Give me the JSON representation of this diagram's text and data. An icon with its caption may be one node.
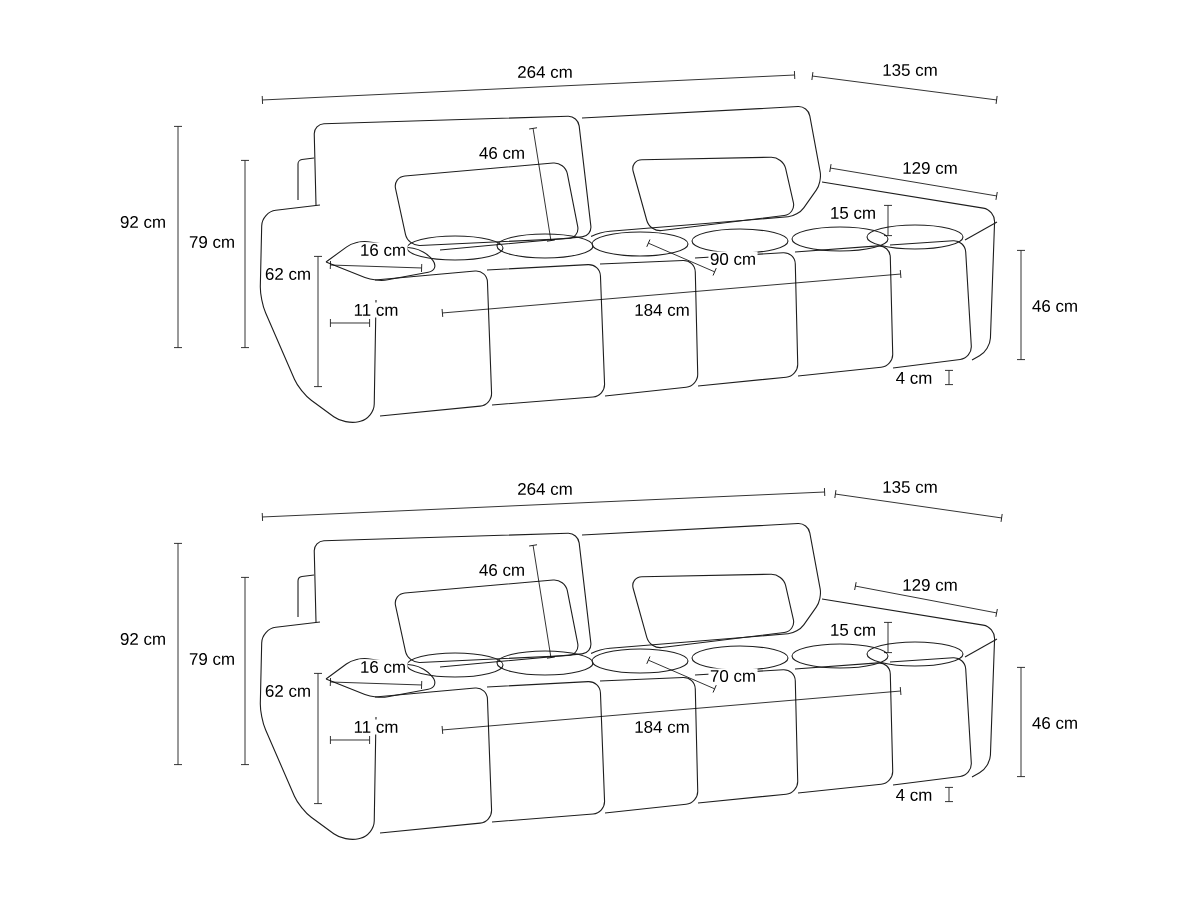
{
  "diagram": {
    "labels": [
      "264 cm",
      "135 cm",
      "46 cm",
      "129 cm",
      "92 cm",
      "79 cm",
      "15 cm",
      "16 cm",
      "62 cm",
      "90 cm",
      "46 cm",
      "11 cm",
      "184 cm",
      "4 cm",
      "264 cm",
      "135 cm",
      "46 cm",
      "129 cm",
      "92 cm",
      "79 cm",
      "15 cm",
      "16 cm",
      "62 cm",
      "70 cm",
      "46 cm",
      "11 cm",
      "184 cm",
      "4 cm"
    ]
  }
}
